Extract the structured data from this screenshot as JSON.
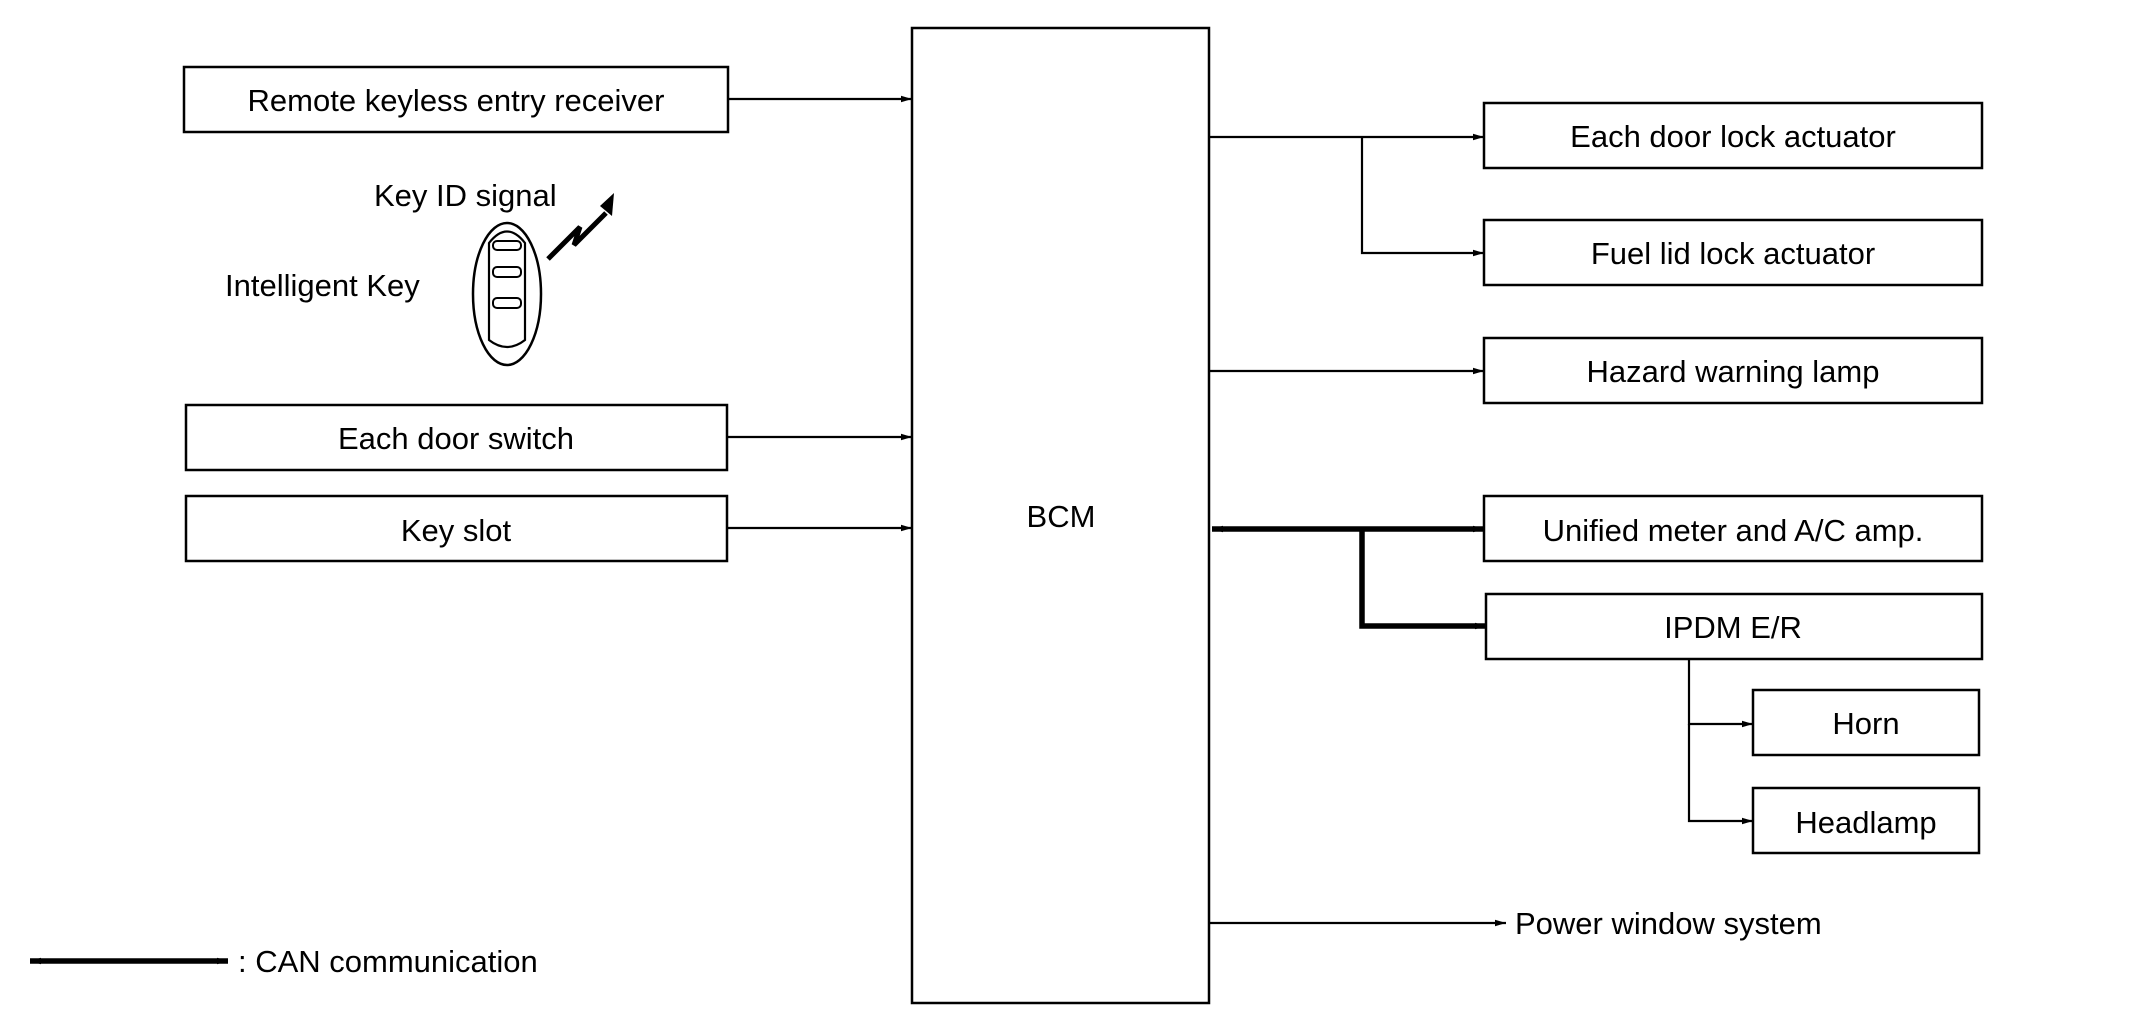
{
  "diagram": {
    "center_unit": "BCM",
    "inputs": {
      "remote_keyless": "Remote keyless entry receiver",
      "key_id_signal": "Key ID signal",
      "intelligent_key": "Intelligent Key",
      "door_switch": "Each door switch",
      "key_slot": "Key slot"
    },
    "outputs": {
      "door_lock": "Each door lock actuator",
      "fuel_lid": "Fuel lid lock actuator",
      "hazard": "Hazard warning lamp",
      "unified_meter": "Unified meter and A/C amp.",
      "ipdm": "IPDM E/R",
      "horn": "Horn",
      "headlamp": "Headlamp",
      "power_window": "Power window system"
    },
    "legend": {
      "can": ": CAN communication"
    }
  }
}
